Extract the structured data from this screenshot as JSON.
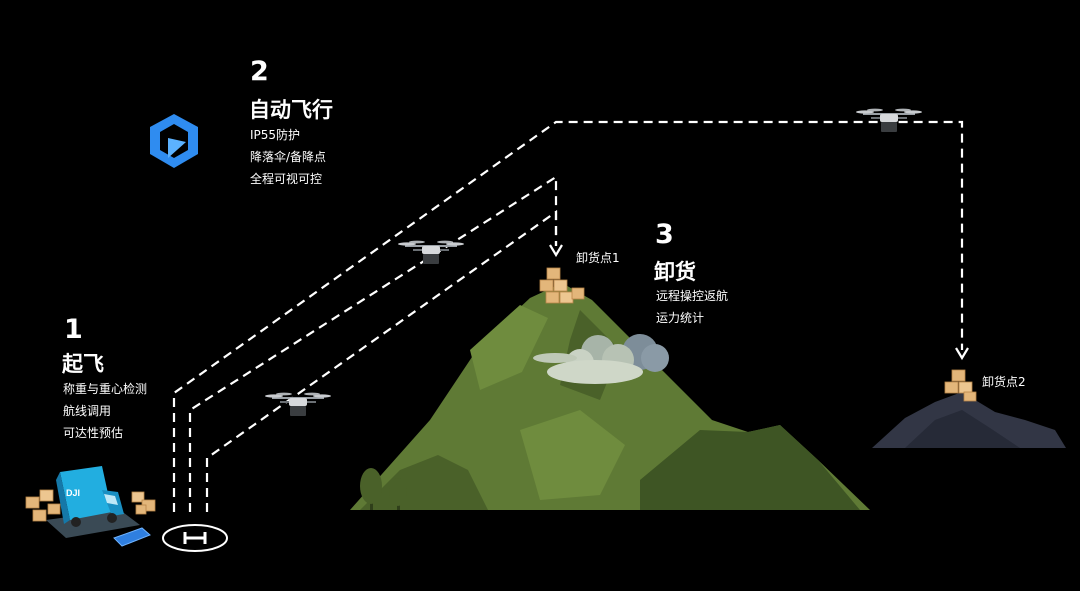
{
  "steps": [
    {
      "number": "1",
      "title": "起飞",
      "items": [
        "称重与重心检测",
        "航线调用",
        "可达性预估"
      ]
    },
    {
      "number": "2",
      "title": "自动飞行",
      "items": [
        "IP55防护",
        "降落伞/备降点",
        "全程可视可控"
      ]
    },
    {
      "number": "3",
      "title": "卸货",
      "items": [
        "远程操控返航",
        "运力统计"
      ]
    }
  ],
  "drop_points": {
    "point1": "卸货点1",
    "point2": "卸货点2"
  },
  "truck": {
    "brand": "DJI"
  },
  "colors": {
    "background": "#000000",
    "mountain": "#5f7a35",
    "mountain_dark": "#3e5524",
    "far_mountain": "#323645",
    "box": "#e3b67a",
    "truck": "#22aee0",
    "logo": "#2f8cf0"
  }
}
